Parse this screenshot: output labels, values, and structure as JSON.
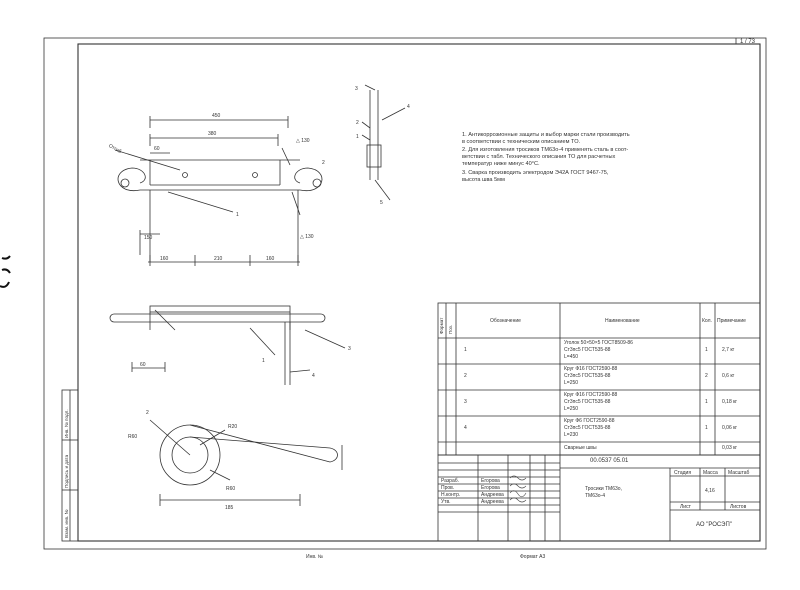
{
  "sheet": {
    "number": "1 / 73",
    "footer_left": "Инв. №",
    "footer_right": "Формат А3",
    "left_strip": [
      "Инв. № подл.",
      "Подпись и дата",
      "Взам. инв. №"
    ]
  },
  "drawing": {
    "top_dims": [
      "450",
      "380",
      "60",
      "150",
      "160",
      "210",
      "160"
    ],
    "top_labels": [
      "Отгиб",
      "1",
      "2"
    ],
    "weld_labels": [
      "△ 130",
      "△ 130"
    ],
    "side_dims": [
      "60"
    ],
    "side_labels": [
      "1",
      "3",
      "4"
    ],
    "detail_labels": [
      "1",
      "2",
      "3",
      "4",
      "5"
    ],
    "hook_dims": [
      "R60",
      "R20",
      "R60",
      "185",
      "2"
    ]
  },
  "notes": [
    "1.   Антикоррозионные защиты и выбор марки стали производить",
    "      в соответствии с техническим описанием ТО.",
    "2.   Для изготовления тросиков ТМ63о-4 применять сталь в соот-",
    "      ветствии с табл. Технического описания ТО для расчетных",
    "      температур ниже минус 40°С.",
    "3.   Сварка производить электродом Э42А ГОСТ 9467-75,",
    "      высота шва 5мм"
  ],
  "spec_table": {
    "headers": [
      "Формат",
      "Поз.",
      "Обозначение",
      "Наименование",
      "Кол.",
      "Примечание"
    ],
    "rows": [
      {
        "pos": "1",
        "name": [
          "Уголок 50×50×5 ГОСТ8509-86",
          "Ст3пс5 ГОСТ535-88",
          "L=450"
        ],
        "qty": "1",
        "note": "2,7 кг"
      },
      {
        "pos": "2",
        "name": [
          "Круг Ф16 ГОСТ2590-88",
          "Ст3пс5 ГОСТ535-88",
          "L=250"
        ],
        "qty": "2",
        "note": "0,6 кг"
      },
      {
        "pos": "3",
        "name": [
          "Круг Ф16 ГОСТ2590-88",
          "Ст3пс5 ГОСТ535-88",
          "L=250"
        ],
        "qty": "1",
        "note": "0,18 кг"
      },
      {
        "pos": "4",
        "name": [
          "Круг Ф6 ГОСТ2590-88",
          "Ст3пс5 ГОСТ535-88",
          "L=230"
        ],
        "qty": "1",
        "note": "0,06 кг"
      },
      {
        "pos": "",
        "name": [
          "Сварные швы"
        ],
        "qty": "",
        "note": "0,03 кг"
      }
    ]
  },
  "title_block": {
    "code": "00.0537 05.01",
    "product": [
      "Тросики ТМ63о,",
      "ТМ63о-4"
    ],
    "headers": [
      "Стадия",
      "Масса",
      "Масштаб"
    ],
    "mass": "4,16",
    "sheet_label": "Лист",
    "sheets_label": "Листов",
    "org": "АО \"РОСЭП\"",
    "signers": [
      {
        "role": "Разраб.",
        "name": "Егорова"
      },
      {
        "role": "Пров.",
        "name": "Егорова"
      },
      {
        "role": "Н.контр.",
        "name": "Андреева"
      },
      {
        "role": "Утв.",
        "name": "Андреева"
      }
    ]
  }
}
